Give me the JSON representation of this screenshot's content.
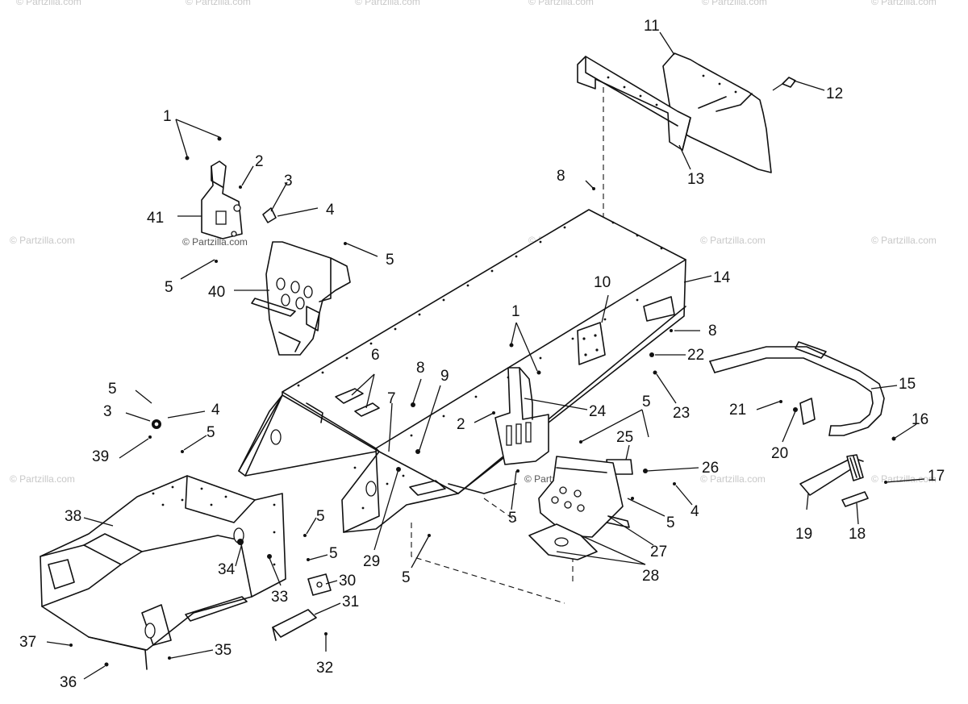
{
  "watermark": {
    "text": "© Partzilla.com",
    "inner_text": "© Partzilla.com"
  },
  "callouts": [
    "1",
    "2",
    "3",
    "4",
    "5",
    "6",
    "7",
    "8",
    "9",
    "10",
    "11",
    "12",
    "13",
    "14",
    "15",
    "16",
    "17",
    "18",
    "19",
    "20",
    "21",
    "22",
    "23",
    "24",
    "25",
    "26",
    "27",
    "28",
    "29",
    "30",
    "31",
    "32",
    "33",
    "34",
    "35",
    "36",
    "37",
    "38",
    "39",
    "40",
    "41"
  ],
  "labels": {
    "l1a": "1",
    "l2a": "2",
    "l3a": "3",
    "l4a": "4",
    "l41": "41",
    "l5a": "5",
    "l5b": "5",
    "l40": "40",
    "l11": "11",
    "l12": "12",
    "l13": "13",
    "l8a": "8",
    "l14": "14",
    "l10": "10",
    "l8b": "8",
    "l22": "22",
    "l23": "23",
    "l1b": "1",
    "l6": "6",
    "l8c": "8",
    "l9": "9",
    "l7": "7",
    "l24": "24",
    "l2b": "2",
    "l5c": "5",
    "l25": "25",
    "l26": "26",
    "l4b": "4",
    "l5d": "5",
    "l5e": "5",
    "l27": "27",
    "l28": "28",
    "l5f": "5",
    "l29": "29",
    "l15": "15",
    "l21": "21",
    "l20": "20",
    "l16": "16",
    "l17": "17",
    "l18": "18",
    "l19": "19",
    "l5g": "5",
    "l3b": "3",
    "l4c": "4",
    "l39": "39",
    "l5h": "5",
    "l38": "38",
    "l5i": "5",
    "l5j": "5",
    "l34": "34",
    "l33": "33",
    "l30": "30",
    "l31": "31",
    "l32": "32",
    "l37": "37",
    "l35": "35",
    "l36": "36"
  }
}
